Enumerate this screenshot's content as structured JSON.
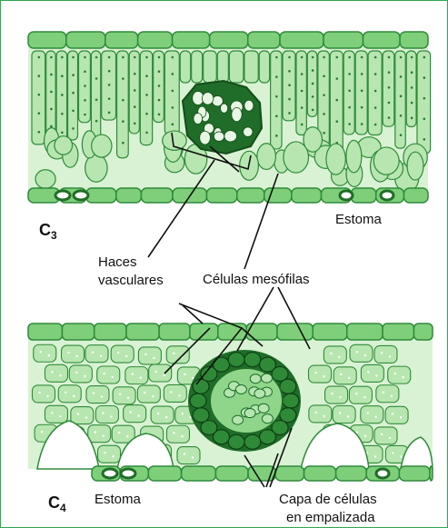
{
  "figure": {
    "c3_label": "C",
    "c3_sub": "3",
    "c4_label": "C",
    "c4_sub": "4",
    "estoma_top": "Estoma",
    "estoma_bottom": "Estoma",
    "haces_line1": "Haces",
    "haces_line2": "vasculares",
    "mesofilas": "Células mesófilas",
    "capa_line1": "Capa de células",
    "capa_line2": "en empalizada"
  },
  "colors": {
    "border": "#2fa84f",
    "cell_light": "#b8e6b0",
    "cell_mid": "#7fcf7a",
    "cell_outline": "#2e8b3a",
    "bundle_dark": "#1f6d28",
    "bundle_light": "#5fbf5f",
    "dot": "#2a7a30"
  }
}
